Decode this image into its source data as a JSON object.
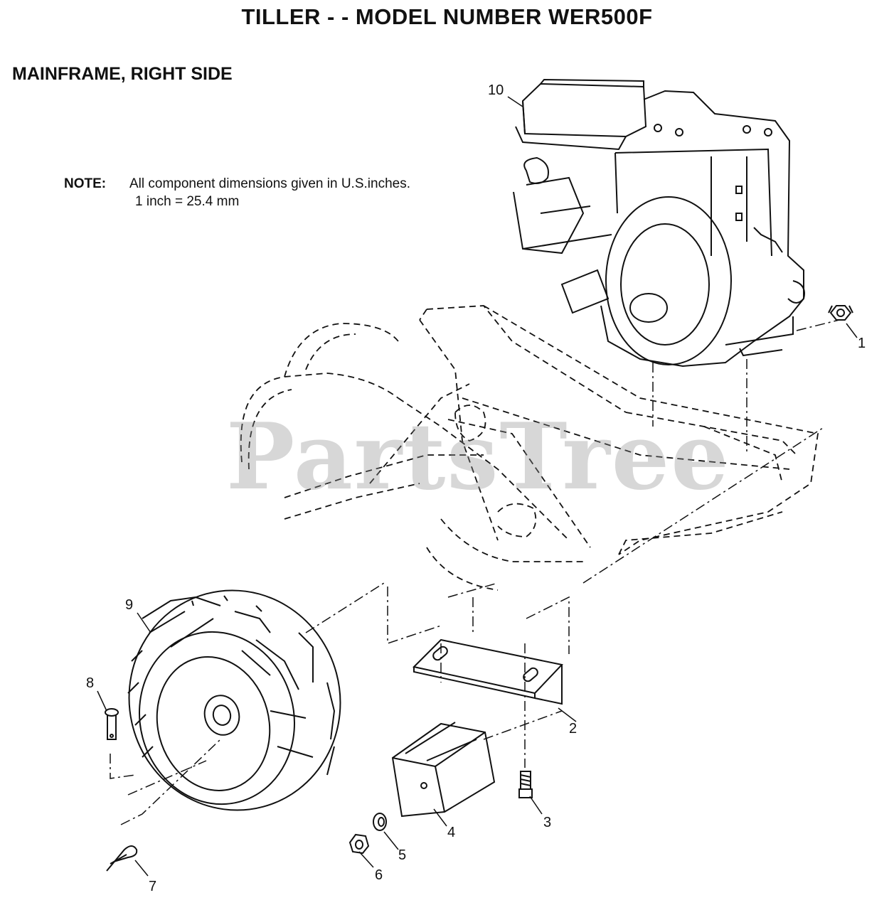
{
  "header": {
    "title": "TILLER - - MODEL NUMBER WER500F",
    "section": "MAINFRAME, RIGHT SIDE"
  },
  "note": {
    "label": "NOTE:",
    "line1": "All component dimensions given in U.S.inches.",
    "line2": "1 inch = 25.4 mm"
  },
  "watermark": "PartsTree",
  "callouts": {
    "c1": "1",
    "c2": "2",
    "c3": "3",
    "c4": "4",
    "c5": "5",
    "c6": "6",
    "c7": "7",
    "c8": "8",
    "c9": "9",
    "c10": "10"
  }
}
